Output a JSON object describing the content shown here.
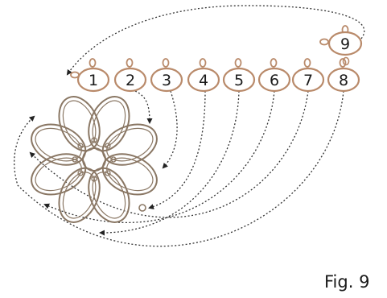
{
  "figure": {
    "caption": "Fig. 9",
    "ring_labels": [
      "1",
      "2",
      "3",
      "4",
      "5",
      "6",
      "7",
      "8"
    ],
    "extra_ring_label": "9",
    "rosette_petal_count": 8,
    "colors": {
      "ring": "#b98a6a",
      "rosette": "#8a7764",
      "path": "#333333",
      "text": "#1a1a1a"
    }
  }
}
